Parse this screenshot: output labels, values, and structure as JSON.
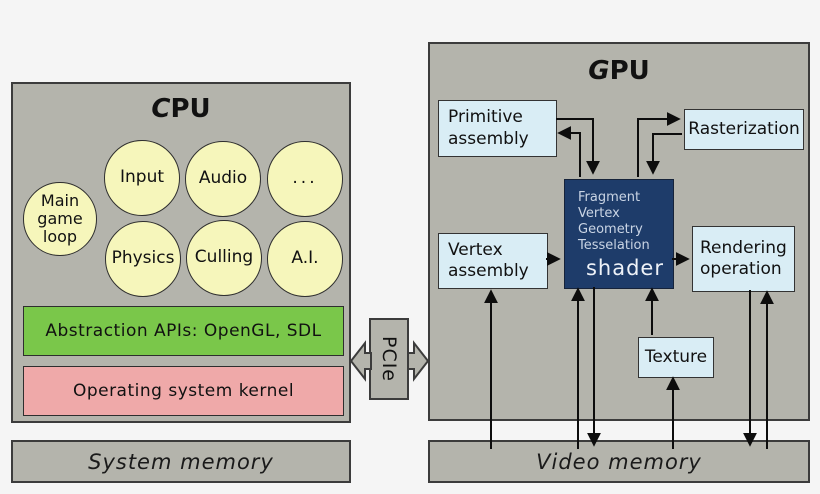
{
  "colors": {
    "background": "#f5f5f5",
    "panel_gray": "#b4b4ac",
    "circle_yellow": "#f6f6bb",
    "api_green": "#7ac74a",
    "kernel_pink": "#efa9a9",
    "box_blue": "#d9edf5",
    "shader_navy": "#1e3c6a",
    "shader_text": "#c9d4e4",
    "line": "#0d0d0d"
  },
  "cpu": {
    "title": "CPU",
    "circles": [
      {
        "label": "Main game loop"
      },
      {
        "label": "Input"
      },
      {
        "label": "Audio"
      },
      {
        "label": "..."
      },
      {
        "label": "Physics"
      },
      {
        "label": "Culling"
      },
      {
        "label": "A.I."
      }
    ],
    "api_bar": "Abstraction APIs: OpenGL, SDL",
    "kernel_bar": "Operating system kernel"
  },
  "gpu": {
    "title": "GPU",
    "boxes": {
      "primitive_assembly": "Primitive assembly",
      "rasterization": "Rasterization",
      "vertex_assembly": "Vertex assembly",
      "rendering_operation": "Rendering operation",
      "texture": "Texture"
    },
    "shader": {
      "types": [
        "Fragment",
        "Vertex",
        "Geometry",
        "Tesselation"
      ],
      "label": "shader"
    }
  },
  "interconnect": {
    "label": "PCIe"
  },
  "memory": {
    "system": "System memory",
    "video": "Video memory"
  }
}
